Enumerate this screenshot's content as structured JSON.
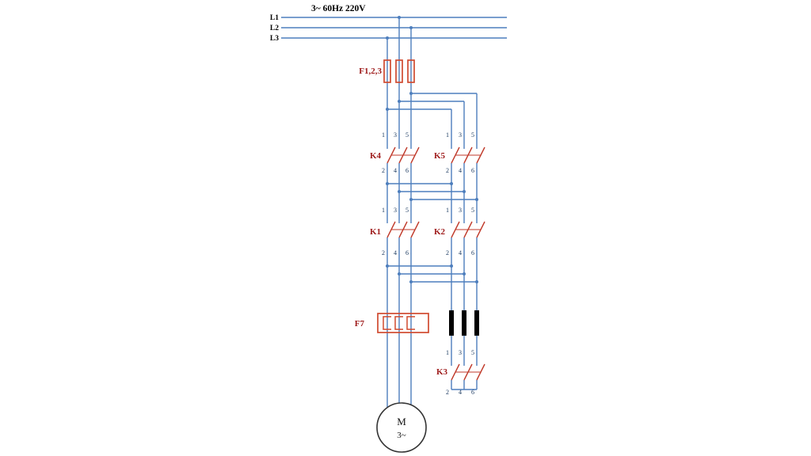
{
  "diagram": {
    "title": "3~ 60Hz 220V",
    "phases": [
      {
        "label": "L1"
      },
      {
        "label": "L2"
      },
      {
        "label": "L3"
      }
    ],
    "fuse": {
      "label": "F1,2,3"
    },
    "overload": {
      "label": "F7"
    },
    "motor": {
      "label": "M",
      "type": "3~"
    },
    "contactors": [
      {
        "id": "K4",
        "label": "K4",
        "top": [
          "1",
          "3",
          "5"
        ],
        "bottom": [
          "2",
          "4",
          "6"
        ]
      },
      {
        "id": "K5",
        "label": "K5",
        "top": [
          "1",
          "3",
          "5"
        ],
        "bottom": [
          "2",
          "4",
          "6"
        ]
      },
      {
        "id": "K1",
        "label": "K1",
        "top": [
          "1",
          "3",
          "5"
        ],
        "bottom": [
          "2",
          "4",
          "6"
        ]
      },
      {
        "id": "K2",
        "label": "K2",
        "top": [
          "1",
          "3",
          "5"
        ],
        "bottom": [
          "2",
          "4",
          "6"
        ]
      },
      {
        "id": "K3",
        "label": "K3",
        "top": [
          "1",
          "3",
          "5"
        ],
        "bottom": [
          "2",
          "4",
          "6"
        ]
      }
    ],
    "colors": {
      "background": "#ffffff",
      "wire": "#4d7ebd",
      "contact": "#c03a2b",
      "component_outline": "#d04a2f",
      "component_label": "#9e1b1b",
      "terminal_number": "#17365d",
      "connector_bar": "#000000"
    }
  }
}
